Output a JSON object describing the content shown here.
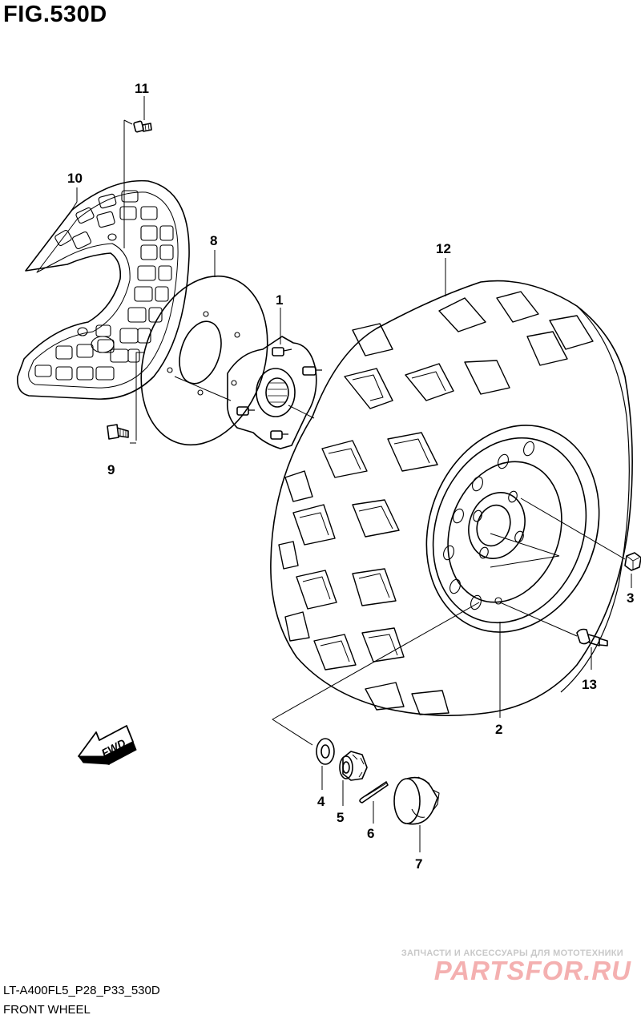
{
  "figure": {
    "title": "FIG.530D"
  },
  "footer": {
    "code": "LT-A400FL5_P28_P33_530D",
    "name": "FRONT WHEEL"
  },
  "watermark": {
    "tagline": "ЗАПЧАСТИ И АКСЕССУАРЫ ДЛЯ МОТОТЕХНИКИ",
    "logo": "PARTSFOR.RU"
  },
  "fwd_arrow": {
    "label": "FWD"
  },
  "callouts": [
    {
      "id": 1,
      "label": "1",
      "part": "hub"
    },
    {
      "id": 2,
      "label": "2",
      "part": "wheel"
    },
    {
      "id": 3,
      "label": "3",
      "part": "wheel nut"
    },
    {
      "id": 4,
      "label": "4",
      "part": "washer"
    },
    {
      "id": 5,
      "label": "5",
      "part": "castle nut"
    },
    {
      "id": 6,
      "label": "6",
      "part": "cotter pin"
    },
    {
      "id": 7,
      "label": "7",
      "part": "hub cap"
    },
    {
      "id": 8,
      "label": "8",
      "part": "brake disc"
    },
    {
      "id": 9,
      "label": "9",
      "part": "disc bolt"
    },
    {
      "id": 10,
      "label": "10",
      "part": "disc cover"
    },
    {
      "id": 11,
      "label": "11",
      "part": "cover bolt"
    },
    {
      "id": 12,
      "label": "12",
      "part": "tire"
    },
    {
      "id": 13,
      "label": "13",
      "part": "air valve"
    }
  ],
  "colors": {
    "line": "#000000",
    "watermark_logo": "#f4b0b0",
    "watermark_text": "#c8c8c8"
  }
}
